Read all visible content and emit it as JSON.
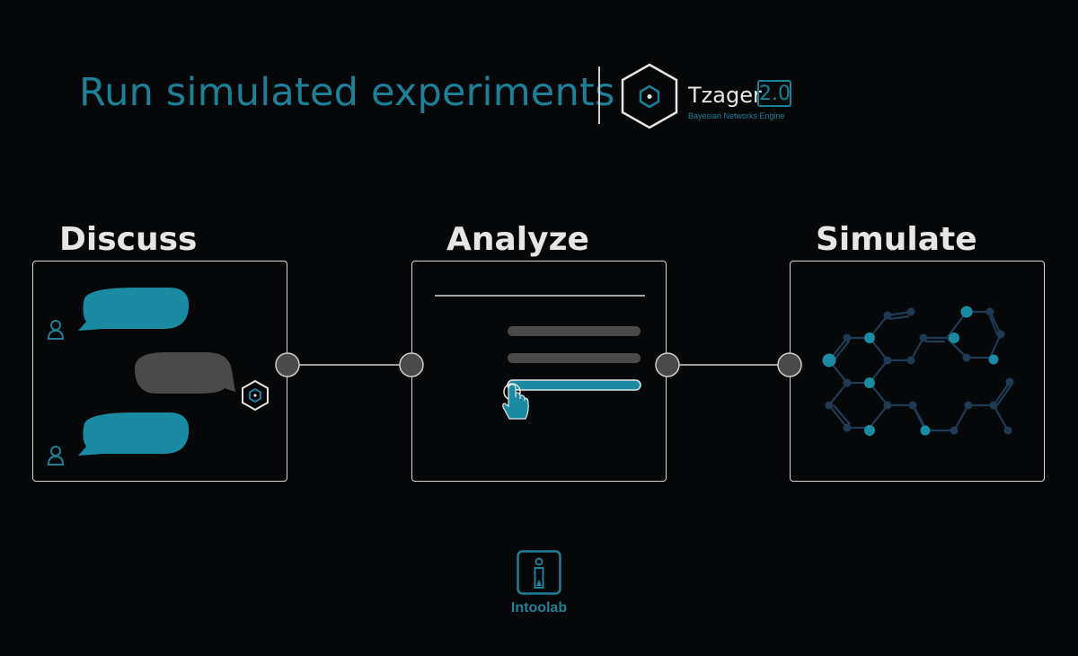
{
  "header": {
    "headline": "Run simulated experiments",
    "brand": {
      "name": "Tzager",
      "version": "2.0",
      "tagline": "Bayesian Networks Engine"
    }
  },
  "steps": [
    {
      "title": "Discuss"
    },
    {
      "title": "Analyze"
    },
    {
      "title": "Simulate"
    }
  ],
  "footer": {
    "label": "Intoolab"
  },
  "colors": {
    "accent": "#1e7f96",
    "bubble": "#1a8ba3",
    "gray": "#4a4a4a",
    "node_dark": "#1f3a55"
  }
}
